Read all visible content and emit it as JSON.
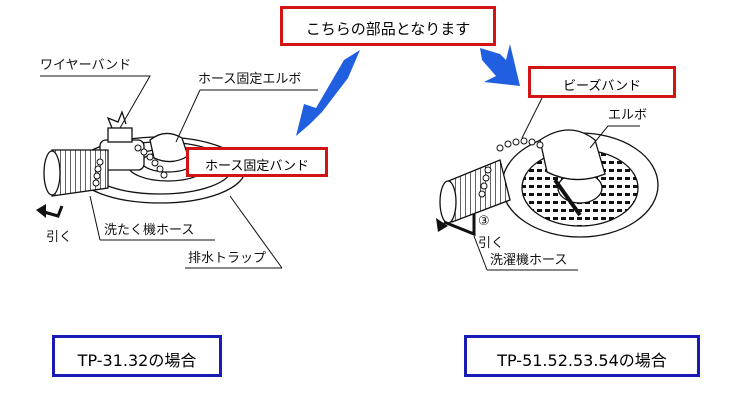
{
  "callout": "こちらの部品となります",
  "left": {
    "wire_band": "ワイヤーバンド",
    "hose_elbow": "ホース固定エルボ",
    "hose_band": "ホース固定バンド",
    "pull": "引く",
    "washer_hose": "洗たく機ホース",
    "drain_trap": "排水トラップ",
    "model": "TP-31.32の場合"
  },
  "right": {
    "bead_band": "ビーズバンド",
    "elbow": "エルボ",
    "step_number": "③",
    "pull": "引く",
    "washer_hose": "洗濯機ホース",
    "model": "TP-51.52.53.54の場合"
  },
  "colors": {
    "highlight_red": "#d21414",
    "model_blue": "#1a1ab4",
    "arrow_blue": "#1f5fe0"
  }
}
